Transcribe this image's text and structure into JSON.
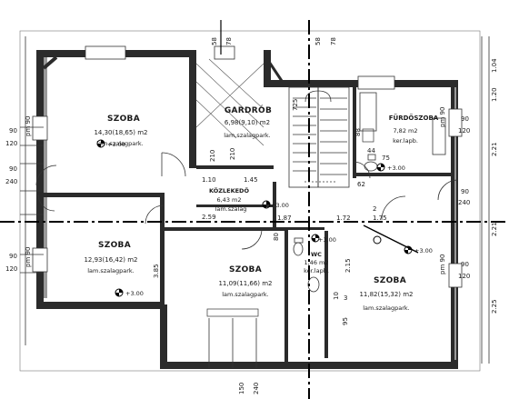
{
  "rooms": {
    "szoba_nw": {
      "name": "SZOBA",
      "area": "14,30(18,65) m2",
      "floor": "lam.szalagpark."
    },
    "szoba_w": {
      "name": "SZOBA",
      "area": "12,93(16,42) m2",
      "floor": "lam.szalagpark."
    },
    "szoba_c": {
      "name": "SZOBA",
      "area": "11,09(11,66) m2",
      "floor": "lam.szalagpark."
    },
    "szoba_se": {
      "name": "SZOBA",
      "area": "11,82(15,32) m2",
      "floor": "lam.szalagpark."
    },
    "gardrob": {
      "name": "GARDRÓB",
      "area": "6,98(9,10) m2",
      "floor": "lam.szalagpark."
    },
    "furdo": {
      "name": "FÜRDŐSZOBA",
      "area": "7,82 m2",
      "floor": "ker.lapb."
    },
    "kozlekedo": {
      "name": "KÖZLEKEDŐ",
      "area": "6,43 m2",
      "floor": "lam.szalag"
    },
    "wc": {
      "name": "WC",
      "area": "1,46 m2",
      "floor": "ker.lapb."
    }
  },
  "levels": {
    "lvl1": "+3.00",
    "lvl2": "+3.00",
    "lvl3": "+3.00",
    "lvl4": "+3.00",
    "lvl5": "+3.00",
    "lvl6": "+3.00"
  },
  "dims": {
    "top_58": "58",
    "top_78": "78",
    "top_58b": "58",
    "top_78b": "78",
    "left_90a": "90",
    "left_120": "120",
    "left_90b": "90",
    "left_240": "240",
    "left_90c": "90",
    "left_120b": "120",
    "pm90_a": "pm 90",
    "pm90_b": "pm 90",
    "right_90a": "90",
    "right_120a": "120",
    "right_90b": "90",
    "right_240": "240",
    "right_90c": "90",
    "right_120b": "120",
    "pm90_c": "pm 90",
    "pm90_d": "pm 90",
    "side_120": "1.20",
    "side_104": "1.04",
    "side_221": "2.21",
    "side_221b": "2.21",
    "side_225": "2.25",
    "d_385": "3.85",
    "d_215": "2.15",
    "d_3": "3",
    "d_95": "95",
    "d_10": "10",
    "d_110": "1.10",
    "d_145": "1.45",
    "d_259": "2.59",
    "d_187": "1.87",
    "d_172": "1.72",
    "d_175": "1.75",
    "d_210": "210",
    "d_75": "75",
    "d_44": "44",
    "d_62": "62",
    "d_80": "80",
    "d_2": "2",
    "bot_150": "150",
    "bot_240": "240",
    "stair_725": "725",
    "stair_210": "210",
    "stair_88": "88"
  },
  "colors": {
    "wall": "#2b2b2b",
    "line": "#333333",
    "axis": "#000000",
    "background": "#ffffff"
  }
}
